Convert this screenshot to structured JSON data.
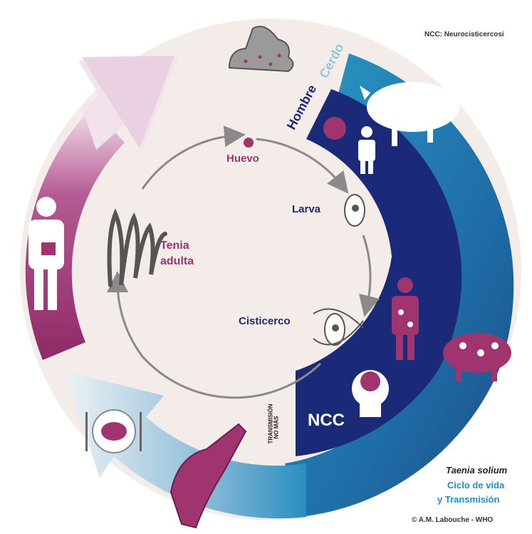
{
  "header_note": "NCC: Neurocisticercosi",
  "ring_labels": {
    "human": "Hombre",
    "pig": "Cerdo"
  },
  "stages": {
    "egg": "Huevo",
    "larva": "Larva",
    "cysticercus": "Cisticerco",
    "adult_line1": "Tenia",
    "adult_line2": "adulta"
  },
  "ncc": {
    "label": "NCC",
    "side_line1": "NO MÁS",
    "side_line2": "TRANSMISIÓN"
  },
  "caption": {
    "species": "Taenia solium",
    "line2": "Ciclo de vida",
    "line3": "y Transmisión"
  },
  "credit": "© A.M. Labouche - WHO",
  "colors": {
    "background": "#f4ece9",
    "magenta": "#a0346f",
    "magenta_light": "#d9a8c8",
    "blue_dark": "#1a2a78",
    "blue_mid": "#1f5c9a",
    "teal": "#2a9ac4",
    "arrow_gray": "#8a8a8a",
    "white": "#ffffff"
  }
}
